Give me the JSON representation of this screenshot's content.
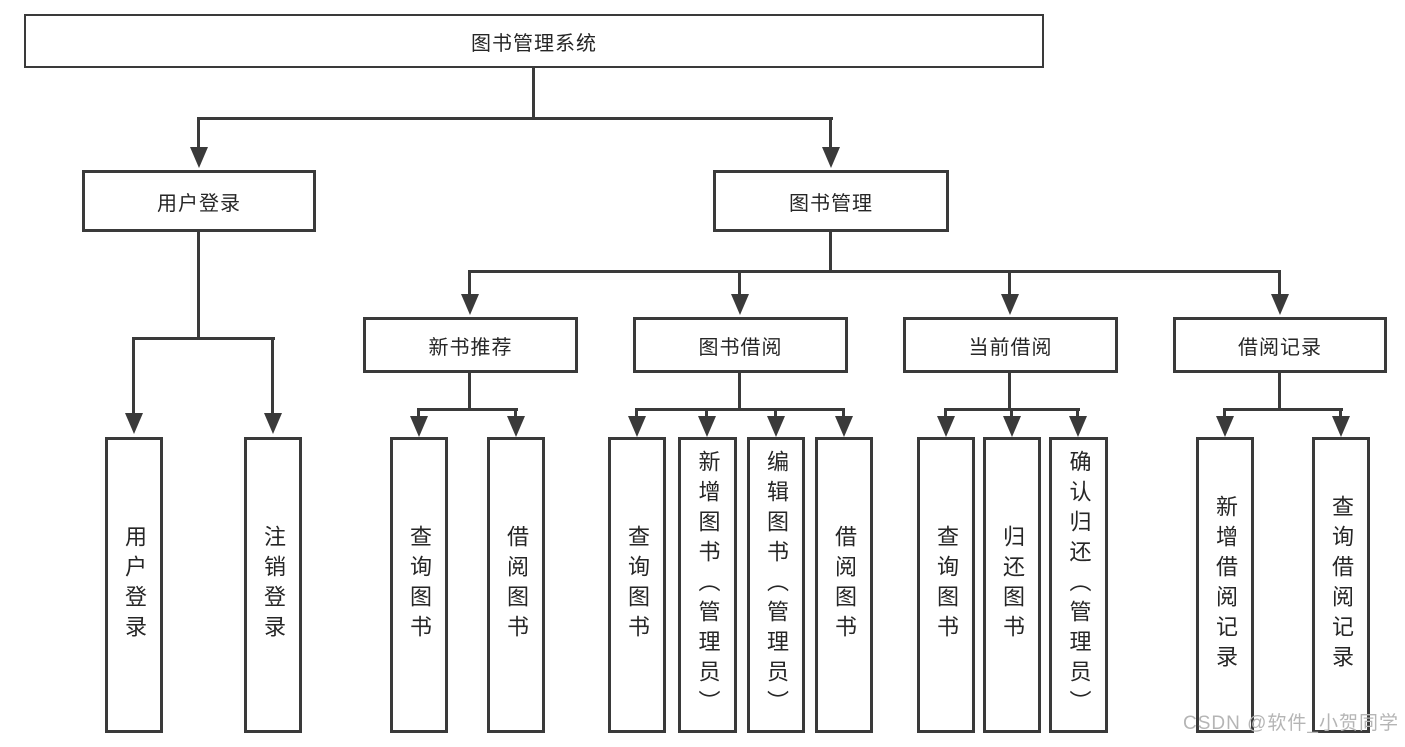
{
  "tree": {
    "label": "图书管理系统",
    "children": [
      {
        "label": "用户登录",
        "children": [
          {
            "label": "用户登录"
          },
          {
            "label": "注销登录"
          }
        ]
      },
      {
        "label": "图书管理",
        "children": [
          {
            "label": "新书推荐",
            "children": [
              {
                "label": "查询图书"
              },
              {
                "label": "借阅图书"
              }
            ]
          },
          {
            "label": "图书借阅",
            "children": [
              {
                "label": "查询图书"
              },
              {
                "label": "新增图书（管理员）"
              },
              {
                "label": "编辑图书（管理员）"
              },
              {
                "label": "借阅图书"
              }
            ]
          },
          {
            "label": "当前借阅",
            "children": [
              {
                "label": "查询图书"
              },
              {
                "label": "归还图书"
              },
              {
                "label": "确认归还（管理员）"
              }
            ]
          },
          {
            "label": "借阅记录",
            "children": [
              {
                "label": "新增借阅记录"
              },
              {
                "label": "查询借阅记录"
              }
            ]
          }
        ]
      }
    ]
  },
  "watermark": {
    "text": "CSDN @软件_小贺同学"
  },
  "colors": {
    "line": "#3a3a3a",
    "box_background": "#ffffff",
    "text": "#262626",
    "watermark": "#b5b5b5"
  }
}
